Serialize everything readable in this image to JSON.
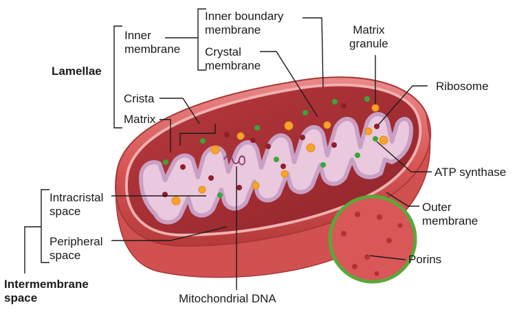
{
  "labels": {
    "lamellae": "Lamellae",
    "inner_membrane": "Inner\nmembrane",
    "inner_boundary_membrane": "Inner boundary\nmembrane",
    "crystal_membrane": "Crystal\nmembrane",
    "matrix_granule": "Matrix\ngranule",
    "ribosome": "Ribosome",
    "crista": "Crista",
    "matrix": "Matrix",
    "atp_synthase": "ATP synthase",
    "intracristal_space": "Intracristal\nspace",
    "outer_membrane": "Outer\nmembrane",
    "peripheral_space": "Peripheral\nspace",
    "porins": "Porins",
    "intermembrane_space": "Intermembrane\nspace",
    "mitochondrial_dna": "Mitochondrial DNA"
  },
  "colors": {
    "outer_membrane": "#d95757",
    "outer_membrane_dark": "#b53a3a",
    "intermembrane": "#a52f35",
    "inner_membrane_fill": "#eac8de",
    "inner_membrane_edge": "#c9a0c4",
    "granule": "#f4a52a",
    "ribosome": "#8e1f2a",
    "atp_synthase": "#3aa53a",
    "porin_ring": "#5aa83a",
    "dna": "#8a3a6a"
  }
}
